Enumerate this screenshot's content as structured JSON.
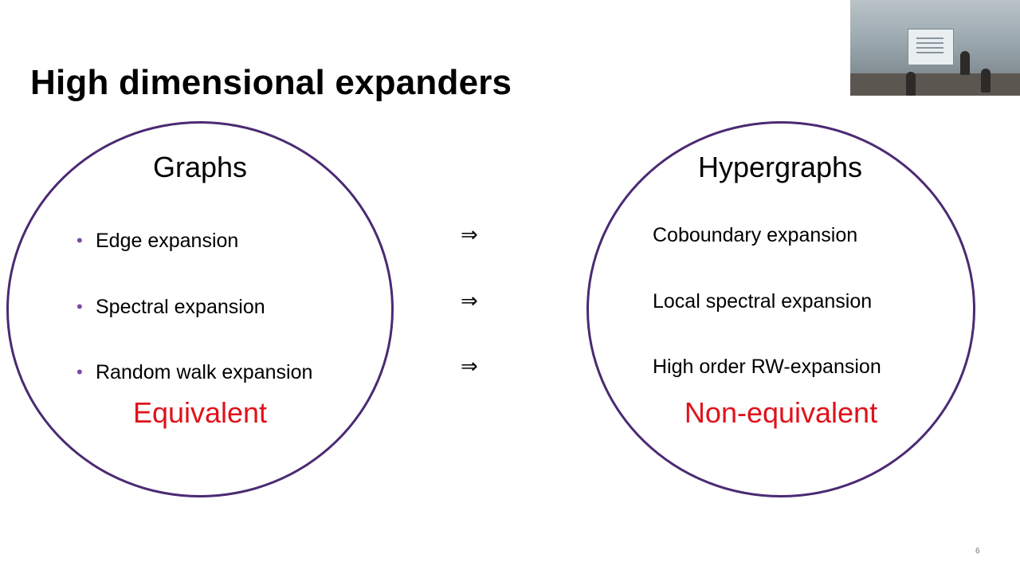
{
  "slide": {
    "title": "High dimensional expanders",
    "page_number": "6"
  },
  "left": {
    "heading": "Graphs",
    "items": [
      "Edge expansion",
      "Spectral expansion",
      "Random walk expansion"
    ],
    "verdict": "Equivalent"
  },
  "arrows": [
    "⇒",
    "⇒",
    "⇒"
  ],
  "right": {
    "heading": "Hypergraphs",
    "items": [
      "Coboundary expansion",
      "Local spectral expansion",
      "High order RW-expansion"
    ],
    "verdict": "Non-equivalent"
  },
  "colors": {
    "circle_border": "#4b2a73",
    "bullet": "#7b4aa6",
    "verdict": "#e0121b"
  }
}
